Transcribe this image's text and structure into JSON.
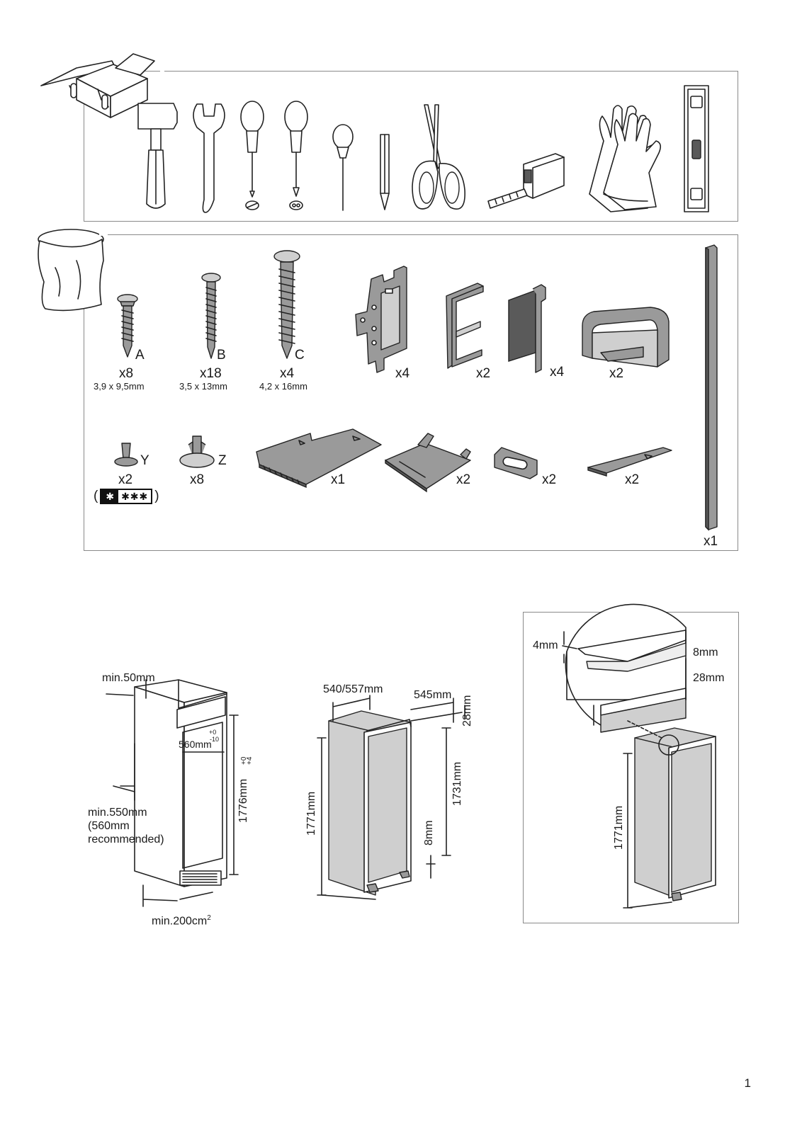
{
  "tools_section": {
    "tools": [
      {
        "icon": "mallet"
      },
      {
        "icon": "wrench"
      },
      {
        "icon": "flat-screwdriver"
      },
      {
        "icon": "phillips-screwdriver"
      },
      {
        "icon": "awl"
      },
      {
        "icon": "pencil"
      },
      {
        "icon": "scissors"
      },
      {
        "icon": "tape-measure"
      },
      {
        "icon": "gloves"
      },
      {
        "icon": "spirit-level"
      }
    ]
  },
  "parts_section": {
    "screws": [
      {
        "letter": "A",
        "qty": "x8",
        "size": "3,9 x 9,5mm"
      },
      {
        "letter": "B",
        "qty": "x18",
        "size": "3,5 x 13mm"
      },
      {
        "letter": "C",
        "qty": "x4",
        "size": "4,2 x 16mm"
      }
    ],
    "row1_parts": [
      {
        "qty": "x4"
      },
      {
        "qty": "x2"
      },
      {
        "qty": "x4"
      },
      {
        "qty": "x2"
      }
    ],
    "plugs": [
      {
        "letter": "Y",
        "qty": "x2"
      },
      {
        "letter": "Z",
        "qty": "x8"
      }
    ],
    "star_rating": {
      "open": "(",
      "close": ")",
      "single": "✱",
      "triple": "✱✱✱"
    },
    "row2_parts": [
      {
        "qty": "x1"
      },
      {
        "qty": "x2"
      },
      {
        "qty": "x2"
      },
      {
        "qty": "x2"
      }
    ],
    "rail_qty": "x1"
  },
  "niche_diagram": {
    "top_gap": "min.50mm",
    "width": "560mm",
    "width_tol_top": "+0",
    "width_tol_bottom": "-10",
    "height": "1776mm",
    "height_tol": "+4",
    "height_tol2": "+0",
    "depth_line1": "min.550mm",
    "depth_line2": "(560mm",
    "depth_line3": "recommended)",
    "vent": "min.200cm",
    "vent_sup": "2"
  },
  "appliance_diagram": {
    "width": "540/557mm",
    "depth": "545mm",
    "top_gap": "28mm",
    "height_total": "1771mm",
    "height_door": "1731mm",
    "bottom_gap": "8mm"
  },
  "detail_diagram": {
    "gap_side": "4mm",
    "gap_top": "8mm",
    "gap_rail": "28mm",
    "height": "1771mm"
  },
  "page_number": "1"
}
